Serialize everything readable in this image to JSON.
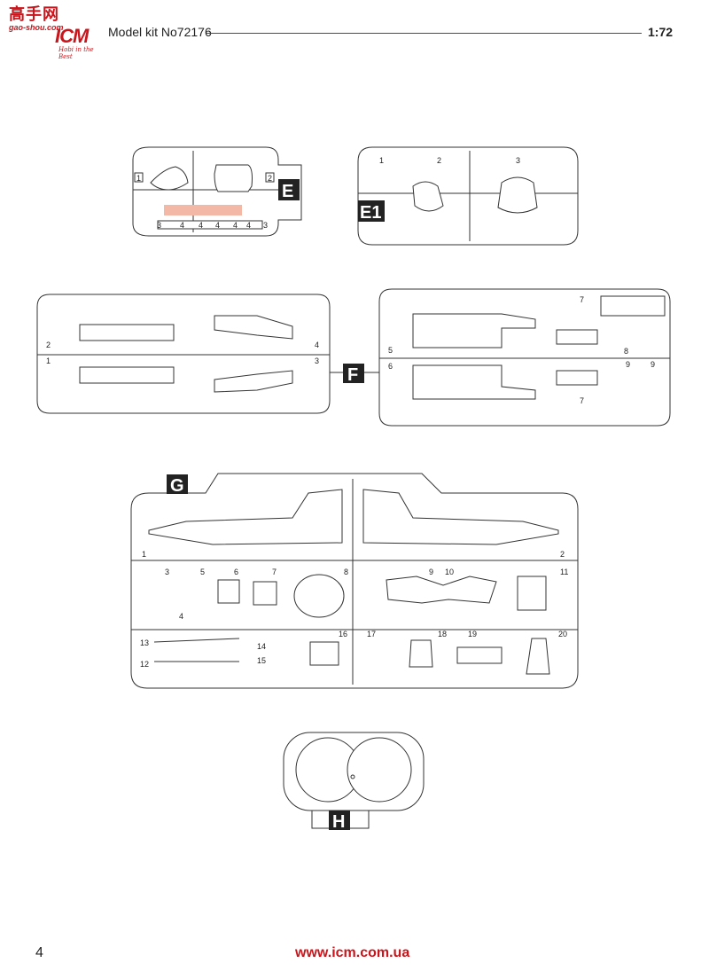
{
  "header": {
    "logo_cn": "高手网",
    "logo_url": "gao-shou.com",
    "logo_brand": "ICM",
    "logo_tagline": "Hobi in the Best",
    "kit_title": "Model kit No72176",
    "scale": "1:72"
  },
  "sprues": {
    "E": {
      "letter": "E",
      "parts": [
        "1",
        "2",
        "3",
        "4",
        "4",
        "4",
        "4",
        "4",
        "3"
      ]
    },
    "E1": {
      "letter": "E1",
      "parts": [
        "1",
        "2",
        "3"
      ]
    },
    "F": {
      "letter": "F",
      "parts": [
        "1",
        "2",
        "3",
        "4",
        "5",
        "6",
        "7",
        "7",
        "8",
        "9",
        "9"
      ]
    },
    "G": {
      "letter": "G",
      "parts": [
        "1",
        "2",
        "3",
        "4",
        "5",
        "6",
        "7",
        "8",
        "9",
        "10",
        "11",
        "12",
        "13",
        "14",
        "15",
        "16",
        "17",
        "18",
        "19",
        "20"
      ]
    },
    "H": {
      "letter": "H"
    }
  },
  "footer": {
    "page_number": "4",
    "website": "www.icm.com.ua"
  },
  "colors": {
    "accent": "#c9151b",
    "highlight_part": "#f4b8a6"
  }
}
